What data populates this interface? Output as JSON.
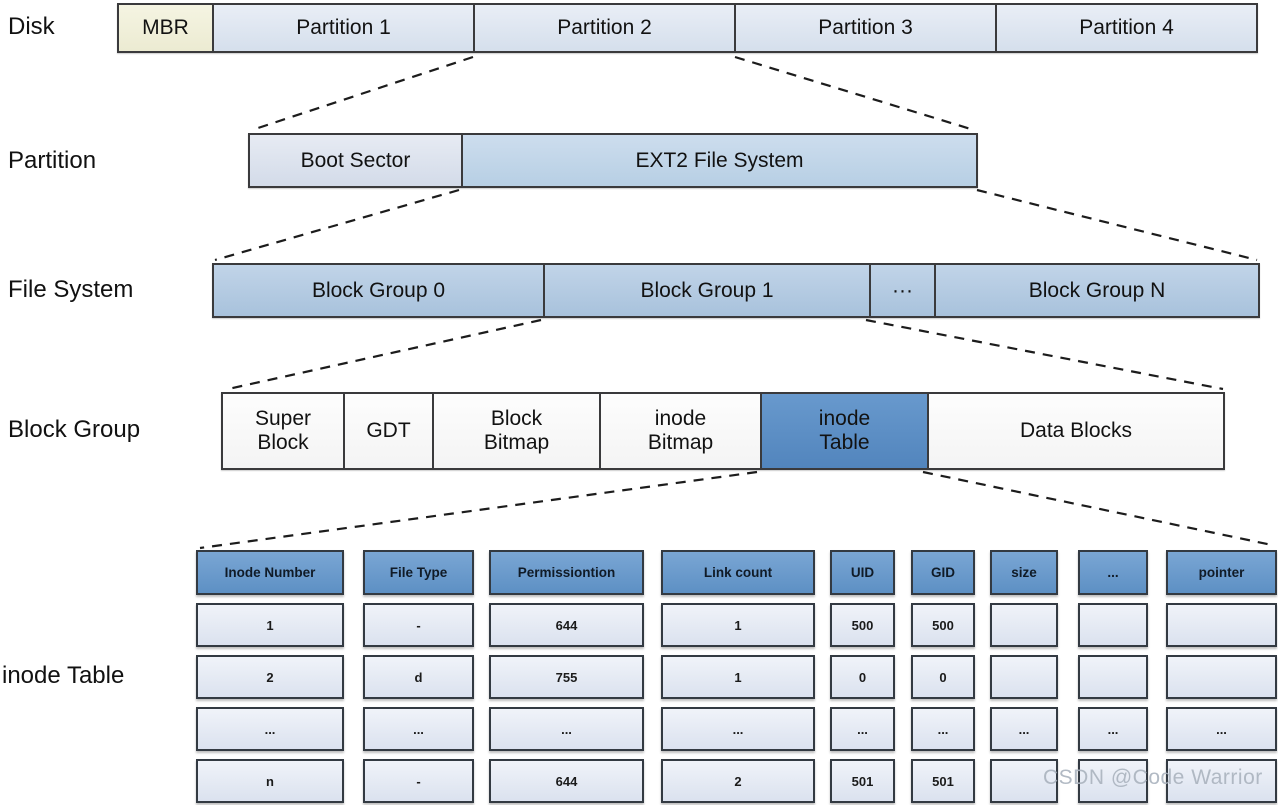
{
  "labels": {
    "disk": "Disk",
    "partition": "Partition",
    "file_system": "File System",
    "block_group": "Block Group",
    "inode_table": "inode Table"
  },
  "disk_row": {
    "cells": [
      "MBR",
      "Partition 1",
      "Partition 2",
      "Partition 3",
      "Partition 4"
    ]
  },
  "partition_row": {
    "cells": [
      "Boot Sector",
      "EXT2 File System"
    ]
  },
  "file_system_row": {
    "cells": [
      "Block Group 0",
      "Block Group 1",
      "···",
      "Block Group N"
    ]
  },
  "block_group_row": {
    "cells": [
      "Super\nBlock",
      "GDT",
      "Block\nBitmap",
      "inode\nBitmap",
      "inode\nTable",
      "Data Blocks"
    ]
  },
  "inode_table": {
    "headers": [
      "Inode Number",
      "File Type",
      "Permissiontion",
      "Link count",
      "UID",
      "GID",
      "size",
      "...",
      "pointer"
    ],
    "rows": [
      [
        "1",
        "-",
        "644",
        "1",
        "500",
        "500",
        "",
        "",
        ""
      ],
      [
        "2",
        "d",
        "755",
        "1",
        "0",
        "0",
        "",
        "",
        ""
      ],
      [
        "...",
        "...",
        "...",
        "...",
        "...",
        "...",
        "...",
        "...",
        "..."
      ],
      [
        "n",
        "-",
        "644",
        "2",
        "501",
        "501",
        "",
        "",
        ""
      ]
    ]
  },
  "watermark": "CSDN @Code Warrior",
  "colors": {
    "highlight_blue": "#5e90c6",
    "header_blue": "#6ea0d1",
    "group_blue": "#b5cbe2",
    "partition_blue": "#dde6f1",
    "ext2_blue": "#c3d8ea",
    "mbr_cream": "#f1f0da",
    "cell_light": "#e6ebf4",
    "border_dark": "#3a3a3c"
  }
}
